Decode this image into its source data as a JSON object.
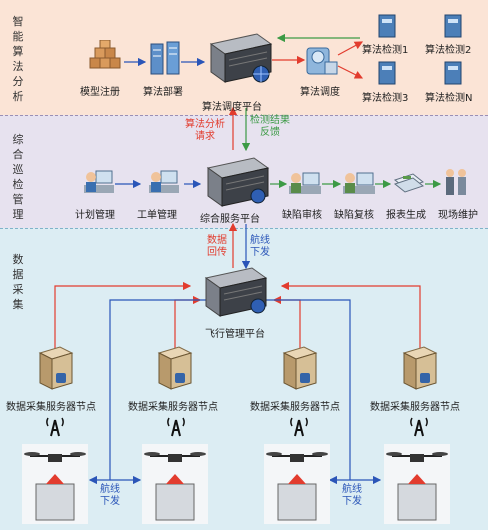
{
  "bands": {
    "algo": "智能算法分析",
    "patrol": "综合巡检管理",
    "collect": "数据采集"
  },
  "algo": {
    "model_reg": "模型注册",
    "algo_deploy": "算法部署",
    "platform": "算法调度平台",
    "scheduler": "算法调度",
    "detect1": "算法检测1",
    "detect2": "算法检测2",
    "detect3": "算法检测3",
    "detectN": "算法检测N"
  },
  "between12": {
    "request": "算法分析\n请求",
    "feedback": "检测结果\n反馈"
  },
  "patrol": {
    "plan": "计划管理",
    "order": "工单管理",
    "platform": "综合服务平台",
    "defect_review": "缺陷审核",
    "defect_recheck": "缺陷复核",
    "report": "报表生成",
    "onsite": "现场维护"
  },
  "between23": {
    "backhaul": "数据\n回传",
    "route": "航线\n下发"
  },
  "collect": {
    "flight_platform": "飞行管理平台",
    "nodes": [
      "数据采集服务器节点",
      "数据采集服务器节点",
      "数据采集服务器节点",
      "数据采集服务器节点"
    ],
    "route_left": "航线\n下发",
    "route_right": "航线\n下发"
  },
  "colors": {
    "red": "#e23c2e",
    "green": "#3c9a45",
    "blue": "#2a55b8"
  }
}
